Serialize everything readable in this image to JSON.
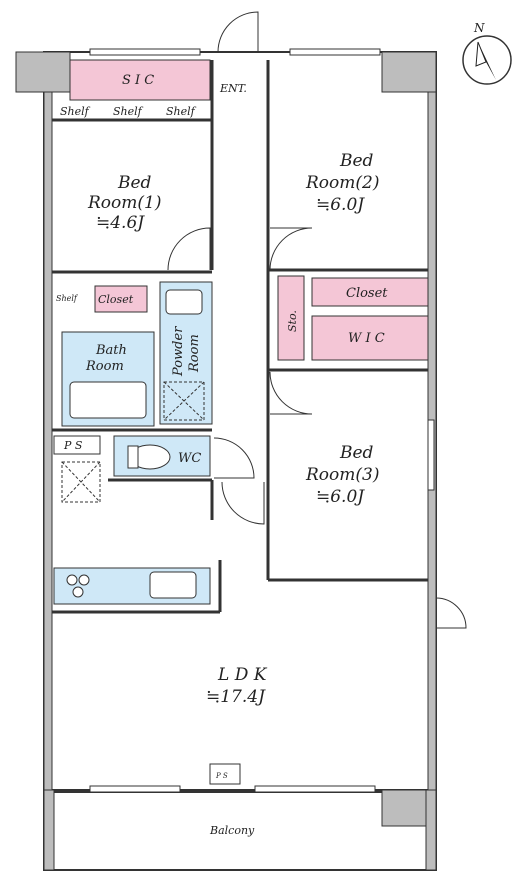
{
  "compass": {
    "north": "N"
  },
  "rooms": {
    "sic": "S I C",
    "entrance": "ENT.",
    "shelf": "Shelf",
    "bed1": {
      "name1": "Bed",
      "name2": "Room(1)",
      "size": "≒4.6J"
    },
    "bed2": {
      "name1": "Bed",
      "name2": "Room(2)",
      "size": "≒6.0J"
    },
    "bed3": {
      "name1": "Bed",
      "name2": "Room(3)",
      "size": "≒6.0J"
    },
    "closet": "Closet",
    "storage": "Sto.",
    "wic": "W I C",
    "bath": {
      "name1": "Bath",
      "name2": "Room"
    },
    "powder": {
      "name1": "Powder",
      "name2": "Room"
    },
    "ps": "P S",
    "wc": "WC",
    "ldk": {
      "name": "L D K",
      "size": "≒17.4J"
    },
    "balcony": "Balcony"
  },
  "colors": {
    "storage_pink": "#f4c6d6",
    "wet_blue": "#cfe8f7",
    "wall_gray": "#bdbdbd",
    "line": "#333333"
  }
}
